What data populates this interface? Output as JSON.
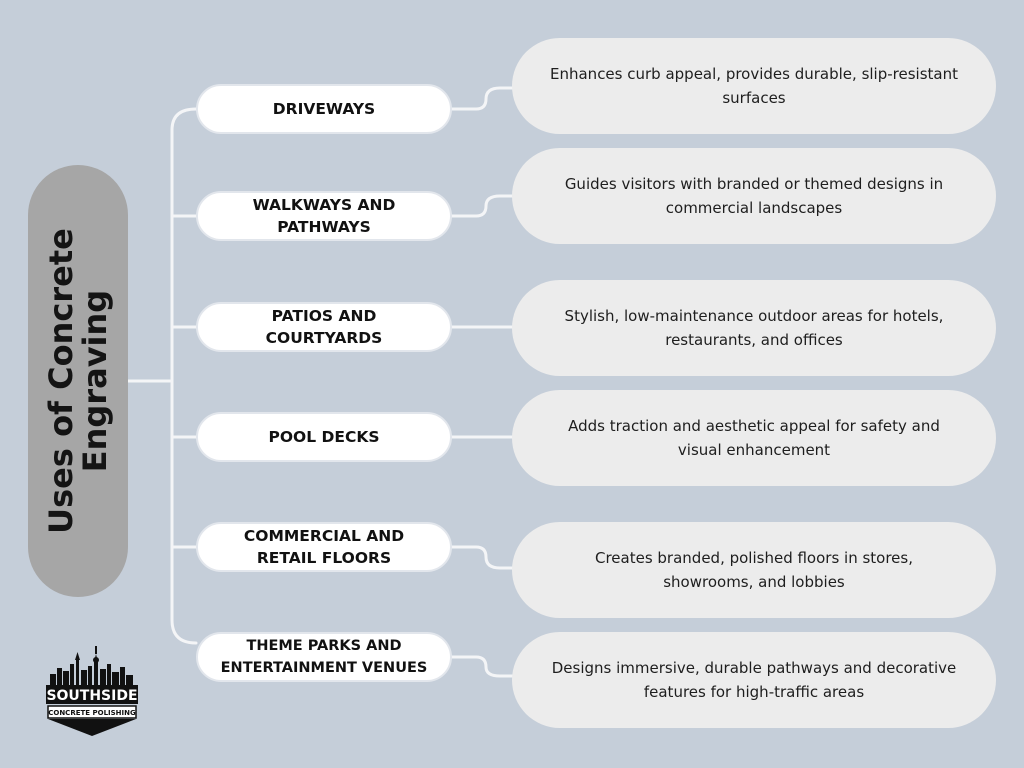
{
  "title": "Uses of Concrete Engraving",
  "items": [
    {
      "label": "DRIVEWAYS",
      "description": "Enhances curb appeal, provides durable, slip-resistant surfaces"
    },
    {
      "label": "WALKWAYS AND PATHWAYS",
      "description": "Guides visitors with branded or themed designs in commercial landscapes"
    },
    {
      "label": "PATIOS AND COURTYARDS",
      "description": "Stylish, low-maintenance outdoor areas for hotels, restaurants, and offices"
    },
    {
      "label": "POOL DECKS",
      "description": "Adds traction and aesthetic appeal for safety and visual enhancement"
    },
    {
      "label": "COMMERCIAL AND RETAIL FLOORS",
      "description": "Creates branded, polished floors in stores, showrooms, and lobbies"
    },
    {
      "label": "THEME PARKS AND ENTERTAINMENT VENUES",
      "description": "Designs immersive, durable pathways and decorative features for high-traffic areas"
    }
  ],
  "logo": {
    "name": "SOUTHSIDE",
    "tagline": "CONCRETE POLISHING",
    "icon": "city-skyline-icon"
  },
  "colors": {
    "background": "#c5ced9",
    "title_pill": "#a6a6a6",
    "label_box": "#ffffff",
    "description_box": "#ececec",
    "connector": "#f4f5f7"
  }
}
